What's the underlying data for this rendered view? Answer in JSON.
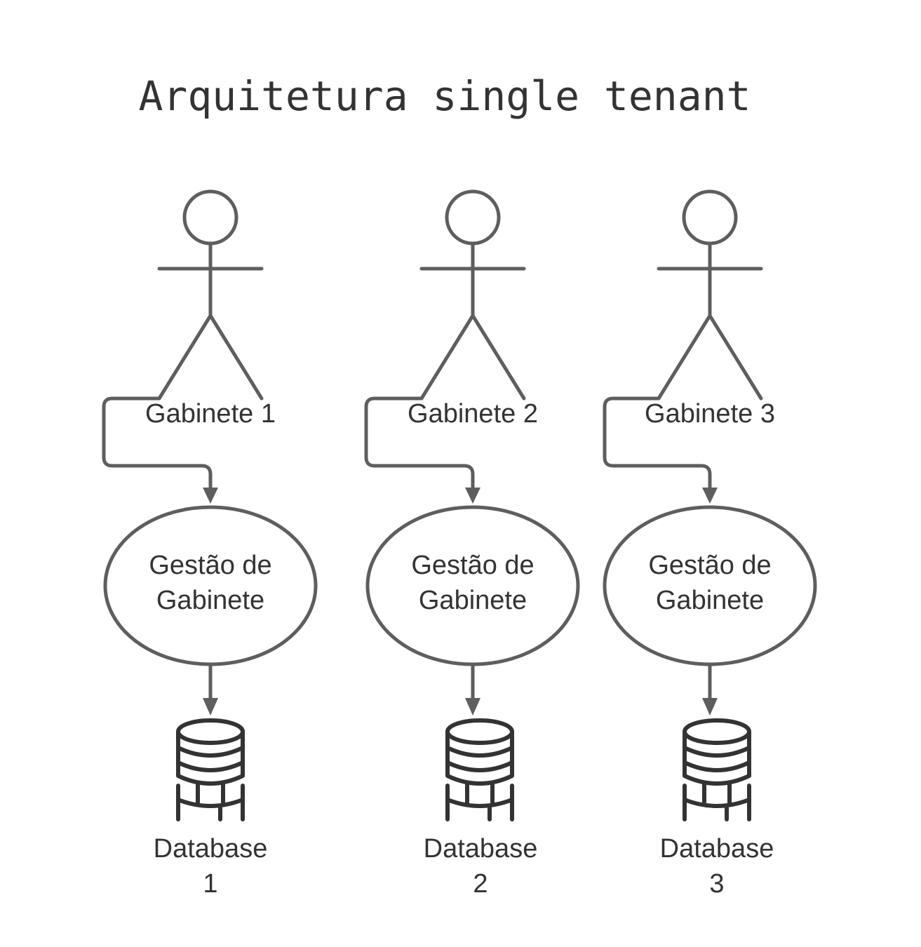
{
  "title": "Arquitetura single tenant",
  "tenants": [
    {
      "actor_label": "Gabinete 1",
      "service_line1": "Gestão de",
      "service_line2": "Gabinete",
      "db_line1": "Database",
      "db_line2": "1"
    },
    {
      "actor_label": "Gabinete 2",
      "service_line1": "Gestão de",
      "service_line2": "Gabinete",
      "db_line1": "Database",
      "db_line2": "2"
    },
    {
      "actor_label": "Gabinete 3",
      "service_line1": "Gestão de",
      "service_line2": "Gabinete",
      "db_line1": "Database",
      "db_line2": "3"
    }
  ],
  "colors": {
    "stroke": "#5e5e5e",
    "text": "#333333",
    "background": "#ffffff"
  }
}
